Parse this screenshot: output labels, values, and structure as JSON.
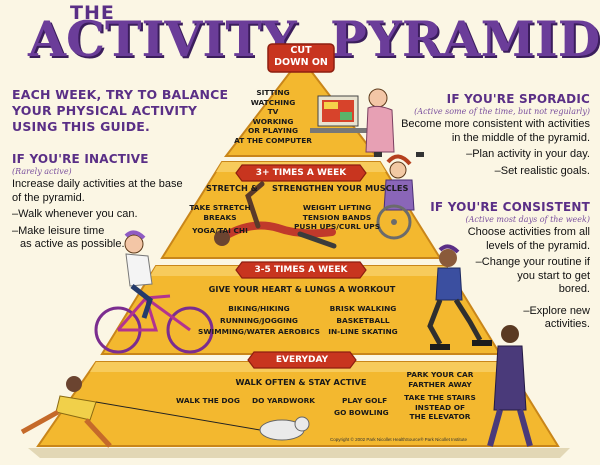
{
  "header": {
    "the": "THE",
    "word1": "ACTIVITY",
    "word2": "PYRAMID"
  },
  "intro": {
    "line1": "EACH WEEK, TRY TO BALANCE",
    "line2": "YOUR PHYSICAL ACTIVITY",
    "line3": "USING THIS GUIDE."
  },
  "inactive": {
    "title": "IF YOU'RE INACTIVE",
    "subtitle": "(Rarely active)",
    "body1": "Increase daily activities at the base",
    "body2": "of the pyramid.",
    "tip1": "–Walk whenever you can.",
    "tip2a": "–Make leisure time",
    "tip2b": "as active as possible."
  },
  "sporadic": {
    "title": "IF YOU'RE SPORADIC",
    "subtitle": "(Active some of the time, but not regularly)",
    "body1": "Become more consistent with activities",
    "body2": "in the middle of the pyramid.",
    "tip1": "–Plan activity in your day.",
    "tip2": "–Set realistic goals."
  },
  "consistent": {
    "title": "IF YOU'RE CONSISTENT",
    "subtitle": "(Active most days of the week)",
    "body1": "Choose activities from all",
    "body2": "levels of the pyramid.",
    "tip1a": "–Change your routine if",
    "tip1b": "you start to get",
    "tip1c": "bored.",
    "tip2a": "–Explore new",
    "tip2b": "activities."
  },
  "pyramid": {
    "top": {
      "banner1": "CUT",
      "banner2": "DOWN ON",
      "items": [
        "SITTING",
        "WATCHING",
        "TV",
        "WORKING",
        "OR PLAYING",
        "AT THE COMPUTER"
      ]
    },
    "tier2": {
      "banner": "3+ TIMES A WEEK",
      "heading_left": "STRETCH &",
      "heading_right": "STRENGTHEN YOUR MUSCLES",
      "left": [
        "TAKE STRETCH",
        "BREAKS",
        "YOGA/TAI CHI"
      ],
      "right": [
        "WEIGHT LIFTING",
        "TENSION BANDS",
        "PUSH UPS/CURL UPS"
      ]
    },
    "tier3": {
      "banner": "3-5 TIMES A WEEK",
      "heading": "GIVE YOUR HEART & LUNGS A WORKOUT",
      "col1": [
        "BIKING/HIKING",
        "RUNNING/JOGGING",
        "SWIMMING/WATER AEROBICS"
      ],
      "col2": [
        "BRISK WALKING",
        "BASKETBALL",
        "IN-LINE SKATING"
      ]
    },
    "base": {
      "banner": "EVERYDAY",
      "heading": "WALK OFTEN & STAY ACTIVE",
      "items": [
        "WALK THE DOG",
        "DO YARDWORK",
        "PLAY GOLF",
        "GO BOWLING"
      ],
      "right": [
        "PARK YOUR CAR",
        "FARTHER AWAY",
        "TAKE THE STAIRS",
        "INSTEAD OF",
        "THE ELEVATOR"
      ]
    }
  },
  "footer": {
    "copyright": "Copyright © 2002 Park Nicollet HealthSource® Park Nicollet Institute"
  },
  "colors": {
    "purple": "#5a2f86",
    "banner_red": "#c8351f",
    "gold": "#f1b42a",
    "gold_light": "#f7c853",
    "gold_dark": "#c47f14"
  }
}
